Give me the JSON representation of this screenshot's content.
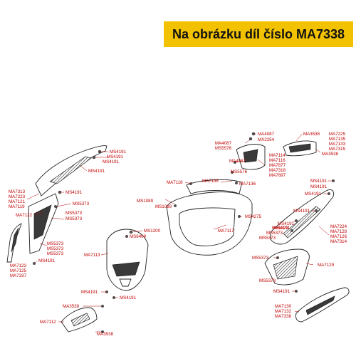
{
  "banner": {
    "text": "Na obrázku díl číslo MA7338",
    "color": "#f2c200"
  },
  "label_color": "#c00000",
  "labels": {
    "ms4191_a": "MS4191",
    "ms4191_b": "MS4191",
    "ms4191_c": "MS4191",
    "ms4191_d": "MS4191",
    "ma7313": "MA7313",
    "ma7223": "MA7223",
    "ma7121": "MA7121",
    "ma7119": "MA7119",
    "ms4191_e": "MS4191",
    "ma7122": "MA7122",
    "ms5373_a": "MS5373",
    "ms5373_b": "MS5373",
    "ms5373_c": "MS5373",
    "ms5373_d": "MS5373",
    "ms5373_e": "MS5373",
    "ms5373_f": "MS5373",
    "ms4191_f": "MS4191",
    "ma7123": "MA7123",
    "ma7125": "MA7125",
    "ma7337": "MA7337",
    "ms1200": "MS1200",
    "ms6409": "MS6409",
    "ma7113": "MA7113",
    "ms4191_g": "MS4191",
    "ms4191_h": "MS4191",
    "ma3538_a": "MA3538",
    "ma7112": "MA7112",
    "ma3538_b": "MA3538",
    "ma4087_a": "MA4087",
    "mx2254": "MX2254",
    "ma4087_b": "MA4087",
    "ms5576_a": "MS5576",
    "ma4087_c": "MA4087",
    "ms5576_b": "MS5576",
    "ma7114": "MA7114",
    "ma7116": "MA7116",
    "ma7877": "MA7877",
    "ma7318": "MA7318",
    "ma7897": "MA7897",
    "ma3538_c": "MA3538",
    "ma7225": "MA7225",
    "ma7135": "MA7135",
    "ma7133": "MA7133",
    "ma7315": "MA7315",
    "ma3538_d": "MA3538",
    "ma7118": "MA7118",
    "ma7136_a": "MA7136",
    "ma7136_b": "MA7136",
    "ms1089_a": "MS1089",
    "ms1089_b": "MS1089",
    "ms4275": "MS4275",
    "ma7117": "MA7117",
    "ms4191_i": "MS4191",
    "ms4191_j": "MS4191",
    "ms4191_k": "MS4191",
    "ms4191_l": "MS4191",
    "ms4191_m": "MS4191",
    "ms4191_n": "MS4191",
    "ma7224": "MA7224",
    "ma7128": "MA7128",
    "ma7126": "MA7126",
    "ma7314": "MA7314",
    "ms5373_g": "MS5373",
    "ms5373_h": "MS5373",
    "ms5373_i": "MS5373",
    "ms5373_j": "MS5373",
    "ms5373_k": "MS5373",
    "ma7129": "MA7129",
    "ma7130": "MA7130",
    "ma7132": "MA7132",
    "ma7338": "MA7338"
  }
}
